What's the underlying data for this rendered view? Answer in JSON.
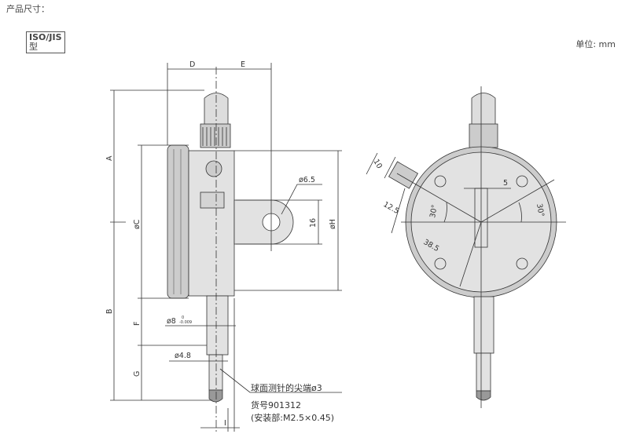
{
  "title": "产品尺寸：",
  "badge": {
    "line1": "ISO/JIS",
    "line2": "型"
  },
  "unit": "单位: mm",
  "side_view": {
    "D": "D",
    "E": "E",
    "A": "A",
    "C": "øC",
    "B": "B",
    "F": "F",
    "G": "G",
    "hole": "ø6.5",
    "lug": "16",
    "H": "øH",
    "stem": "ø8",
    "stem_tol_upper": "0",
    "stem_tol_lower": "-0.009",
    "spindle": "ø4.8",
    "I": "I"
  },
  "note": {
    "line1": "球面测针的尖端ø3",
    "line2": "货号901312",
    "line3": "(安装部:M2.5×0.45)"
  },
  "front_view": {
    "d10": "10",
    "d12_5": "12.5",
    "d5": "5",
    "angle_left": "30°",
    "angle_right": "30°",
    "d38_5": "38.5"
  }
}
